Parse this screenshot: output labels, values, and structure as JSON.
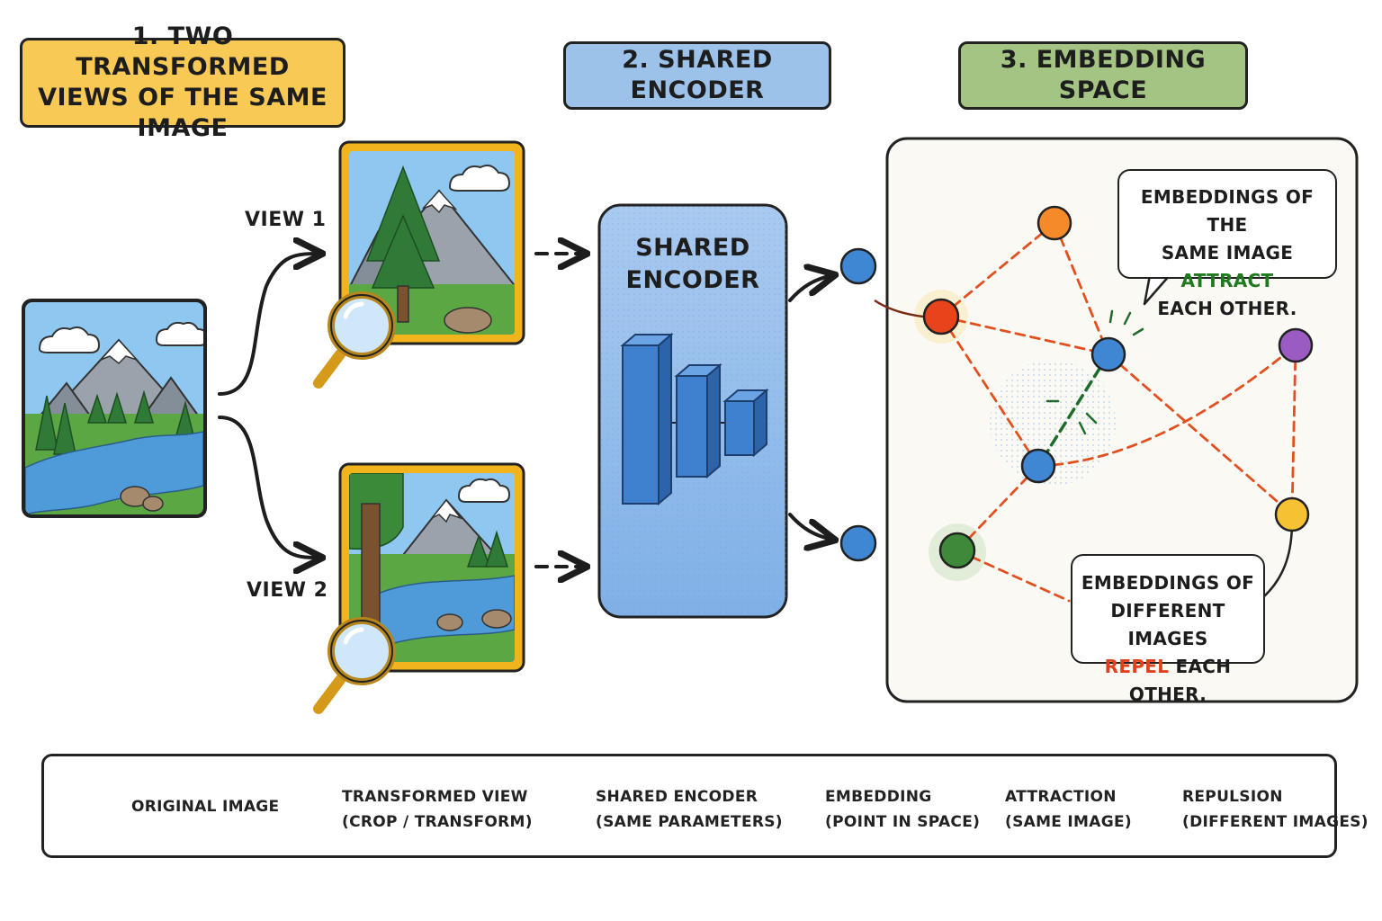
{
  "steps": [
    {
      "title": "1.  TWO TRANSFORMED\nVIEWS OF THE SAME IMAGE"
    },
    {
      "title": "2. SHARED ENCODER"
    },
    {
      "title": "3. EMBEDDING SPACE"
    }
  ],
  "views": {
    "view_1": "VIEW 1",
    "view_2": "VIEW 2"
  },
  "encoder": {
    "label": "SHARED\nENCODER"
  },
  "callouts": {
    "attract": {
      "line1": "EMBEDDINGS OF THE",
      "line2_prefix": "SAME IMAGE ",
      "line2_emphasis": "ATTRACT",
      "line3": "EACH OTHER."
    },
    "repel": {
      "line1": "EMBEDDINGS OF",
      "line2": "DIFFERENT IMAGES",
      "line3_emphasis": "REPEL",
      "line3_suffix": " EACH OTHER."
    }
  },
  "legend": [
    {
      "icon": "original-image-icon",
      "line1": "ORIGINAL IMAGE"
    },
    {
      "icon": "transformed-view-icon",
      "line1": "TRANSFORMED VIEW",
      "line2": "(CROP / TRANSFORM)"
    },
    {
      "icon": "shared-encoder-icon",
      "line1": "SHARED ENCODER",
      "line2": "(SAME PARAMETERS)"
    },
    {
      "icon": "embedding-point-icon",
      "line1": "EMBEDDING",
      "line2": "(POINT IN SPACE)"
    },
    {
      "icon": "attraction-line-icon",
      "line1": "ATTRACTION",
      "line2": "(SAME IMAGE)"
    },
    {
      "icon": "repulsion-line-icon",
      "line1": "REPULSION",
      "line2": "(DIFFERENT IMAGES)"
    }
  ],
  "colors": {
    "step1": "#f8c954",
    "step2": "#9cc2ea",
    "step3": "#a4c483",
    "frame_yellow": "#f2b41c",
    "embedding_blue": "#3f86d3",
    "attraction": "#1f6b2c",
    "repulsion": "#e2501f",
    "node_orange": "#f58a2a",
    "node_red": "#e8441c",
    "node_purple": "#9a5cc0",
    "node_yellow": "#f6c233",
    "node_green": "#3f8a3a"
  }
}
